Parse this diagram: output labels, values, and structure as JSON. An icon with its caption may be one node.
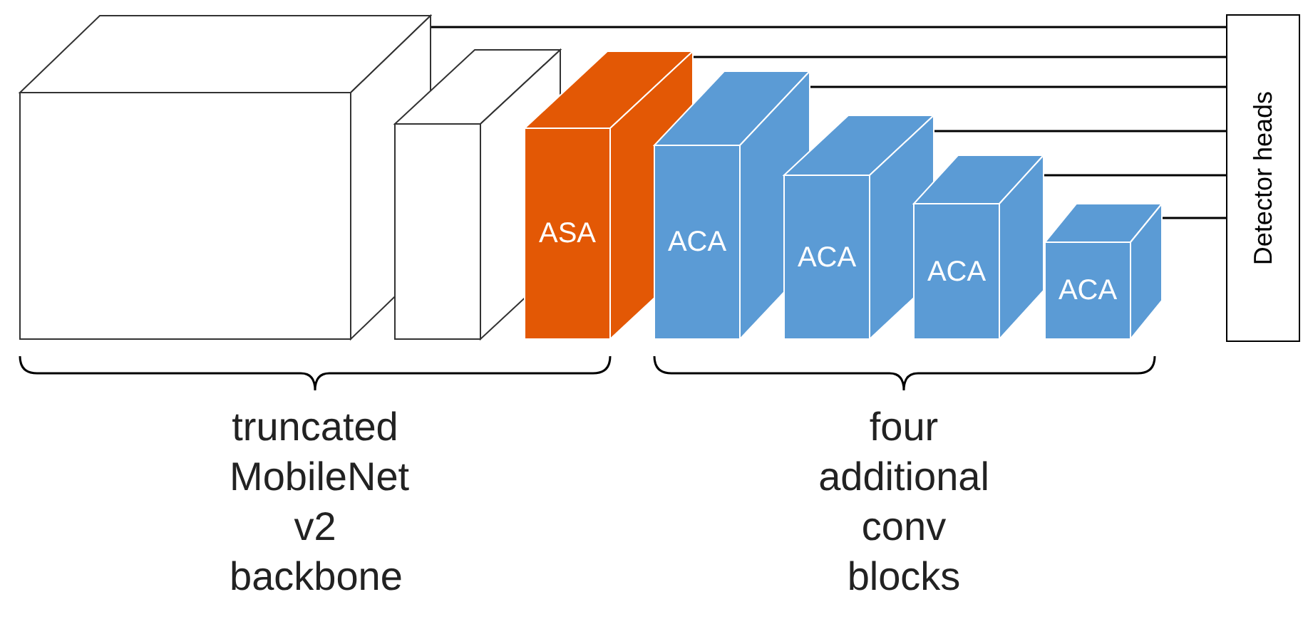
{
  "diagram": {
    "nodes": [
      {
        "text": [],
        "shape": "box"
      },
      {
        "text": [],
        "shape": "box"
      },
      {
        "text": [
          "ASA"
        ]
      },
      {
        "text": [
          "ACA"
        ]
      },
      {
        "text": [
          "ACA"
        ]
      },
      {
        "text": [
          "ACA"
        ]
      },
      {
        "text": [
          "ACA"
        ]
      },
      {
        "text": [
          "Detector heads"
        ]
      }
    ],
    "edges": [
      {
        "from": 0,
        "to": 7,
        "arrow": "none"
      },
      {
        "from": 2,
        "to": 7,
        "arrow": "none"
      },
      {
        "from": 3,
        "to": 7,
        "arrow": "none"
      },
      {
        "from": 4,
        "to": 7,
        "arrow": "none"
      },
      {
        "from": 5,
        "to": 7,
        "arrow": "none"
      },
      {
        "from": 6,
        "to": 7,
        "arrow": "none"
      }
    ],
    "labels": [
      "truncated MobileNet v2 backbone",
      "four additional conv blocks"
    ]
  }
}
